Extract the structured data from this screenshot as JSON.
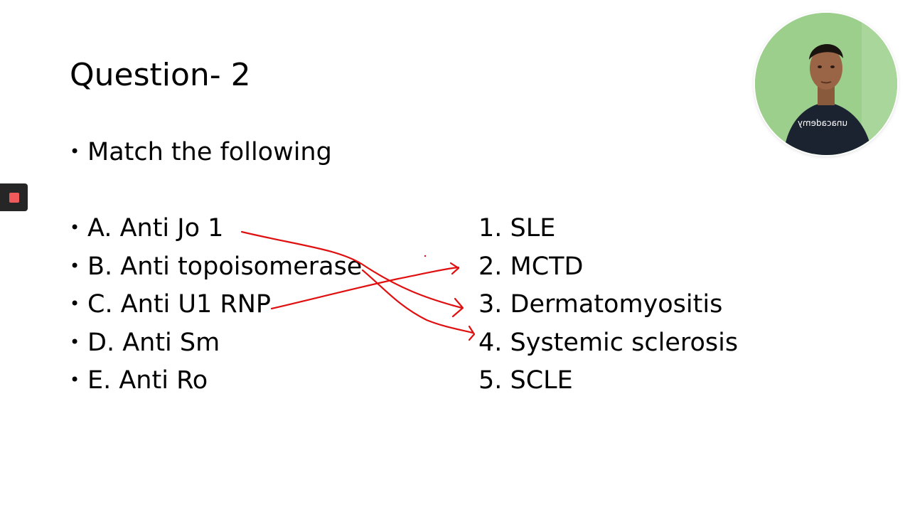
{
  "slide": {
    "title": "Question- 2",
    "intro": "Match the following",
    "bullet_symbol": "•",
    "left_items": [
      "A. Anti Jo 1",
      "B. Anti topoisomerase",
      "C. Anti U1 RNP",
      "D. Anti Sm",
      "E. Anti Ro"
    ],
    "right_items": [
      "1. SLE",
      "2. MCTD",
      "3. Dermatomyositis",
      "4. Systemic sclerosis",
      "5. SCLE"
    ],
    "annotation_color": "#e01010",
    "annotations": [
      {
        "from": "A. Anti Jo 1",
        "to": "3. Dermatomyositis"
      },
      {
        "from": "B. Anti topoisomerase",
        "to": "4. Systemic sclerosis"
      },
      {
        "from": "C. Anti U1 RNP",
        "to": "2. MCTD"
      }
    ]
  },
  "webcam": {
    "shirt_text": "unacademy",
    "background_color": "#9ccf8c",
    "shirt_color": "#1b2230"
  },
  "controls": {
    "record_icon": "stop-record-icon",
    "record_icon_color": "#f05a5a"
  }
}
